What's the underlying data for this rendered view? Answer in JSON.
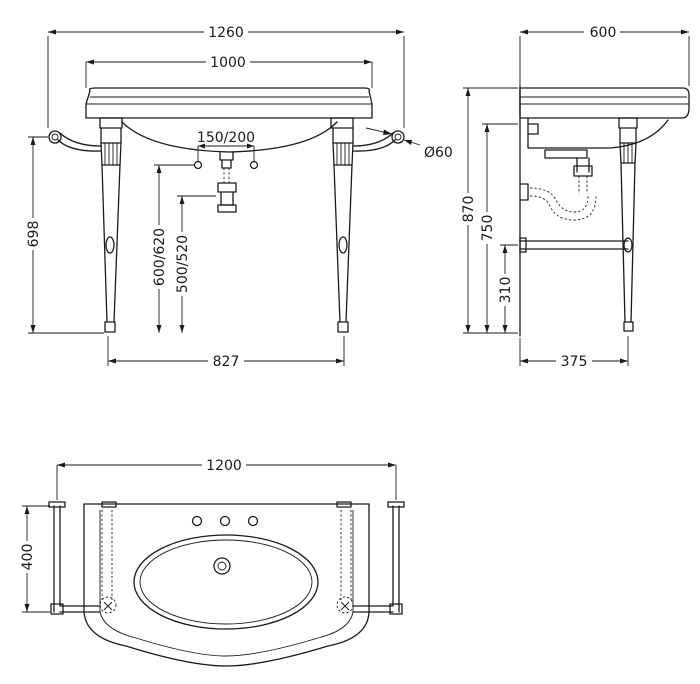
{
  "front_view": {
    "overall_width": "1260",
    "basin_width": "1000",
    "tap_spacing": "150/200",
    "towel_bar_diameter": "Ø60",
    "height_to_bar": "698",
    "waste_height": "600/620",
    "trap_height": "500/520",
    "leg_spacing": "827"
  },
  "side_view": {
    "depth": "600",
    "overall_height": "870",
    "basin_height": "750",
    "shelf_height": "310",
    "leg_depth": "375"
  },
  "top_view": {
    "width": "1200",
    "depth": "400"
  }
}
